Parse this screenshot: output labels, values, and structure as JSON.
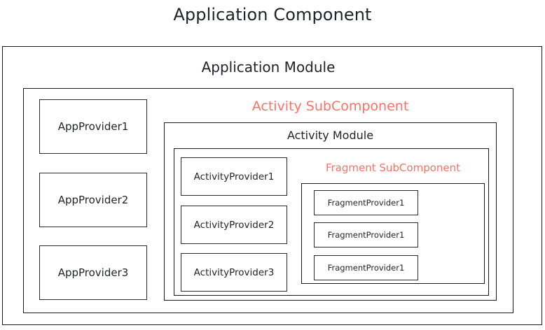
{
  "diagram": {
    "type": "nested-containment",
    "title": "Application Component",
    "accent_color": "#fa7268",
    "text_color": "#1f2328",
    "border_color": "#1a1a1a",
    "background_color": "#ffffff",
    "app_component": {
      "label": "Application Component",
      "app_module": {
        "label": "Application Module",
        "providers": [
          {
            "label": "AppProvider1"
          },
          {
            "label": "AppProvider2"
          },
          {
            "label": "AppProvider3"
          }
        ],
        "activity_subcomponent": {
          "label": "Activity SubComponent",
          "accent": true,
          "activity_module": {
            "label": "Activity Module",
            "providers": [
              {
                "label": "ActivityProvider1"
              },
              {
                "label": "ActivityProvider2"
              },
              {
                "label": "ActivityProvider3"
              }
            ],
            "fragment_subcomponent": {
              "label": "Fragment SubComponent",
              "accent": true,
              "providers": [
                {
                  "label": "FragmentProvider1"
                },
                {
                  "label": "FragmentProvider1"
                },
                {
                  "label": "FragmentProvider1"
                }
              ]
            }
          }
        }
      }
    }
  }
}
